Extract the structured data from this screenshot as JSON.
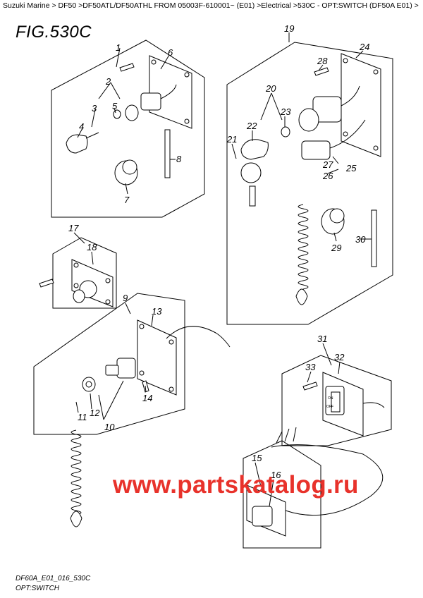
{
  "breadcrumb": "Suzuki Marine > DF50 >DF50ATL/DF50ATHL FROM 05003F-610001~ (E01) >Electrical >530C - OPT:SWITCH (DF50A E01) >",
  "figure_title": "FIG.530C",
  "footer": {
    "code": "DF60A_E01_016_530C",
    "name": "OPT:SWITCH"
  },
  "watermark": "www.partskatalog.ru",
  "callouts": [
    "1",
    "2",
    "3",
    "4",
    "5",
    "6",
    "7",
    "8",
    "9",
    "10",
    "11",
    "12",
    "13",
    "14",
    "15",
    "16",
    "17",
    "18",
    "19",
    "20",
    "21",
    "22",
    "23",
    "24",
    "25",
    "26",
    "27",
    "28",
    "29",
    "30",
    "31",
    "32",
    "33"
  ],
  "switch_labels": [
    "OFF",
    "ON"
  ],
  "colors": {
    "watermark": "#e8322b",
    "line": "#000000"
  }
}
